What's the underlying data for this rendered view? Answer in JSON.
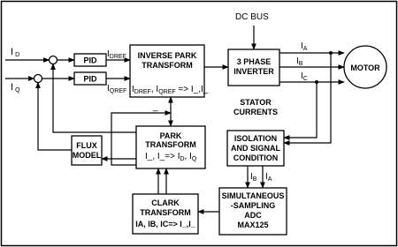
{
  "blocks": {
    "pid_d": "PID",
    "pid_q": "PID",
    "inverse_park": [
      "INVERSE PARK",
      "TRANSFORM"
    ],
    "three_phase": [
      "3 PHASE",
      "INVERTER"
    ],
    "motor": "MOTOR",
    "park": [
      "PARK",
      "TRANSFORM"
    ],
    "flux": [
      "FLUX",
      "MODEL"
    ],
    "isolation": [
      "ISOLATION",
      "AND SIGNAL",
      "CONDITION"
    ],
    "adc": [
      "SIMULTANEOUS",
      "-SAMPLING",
      "ADC",
      "MAX125"
    ],
    "clark": [
      "CLARK",
      "TRANSFORM",
      "IA, IB, IC=> I_,I_"
    ]
  },
  "signals": {
    "dc_bus": "DC BUS",
    "id_in": "I",
    "id_in_sub": "D",
    "iq_in": "I",
    "iq_in_sub": "Q",
    "idref": "I",
    "idref_sub": "DREF",
    "iqref": "I",
    "iqref_sub": "QREF",
    "inv_park_formula": [
      "I",
      "DREF",
      ", I",
      "QREF",
      " => I_,I_"
    ],
    "park_formula": [
      "I_, I_=> I",
      "D",
      ", I",
      "Q"
    ],
    "ia": "I",
    "ia_sub": "A",
    "ib": "I",
    "ib_sub": "B",
    "ic": "I",
    "ic_sub": "C",
    "stator": [
      "STATOR",
      "CURRENTS"
    ],
    "adc_ib": "I",
    "adc_ib_sub": "B",
    "adc_ia": "I",
    "adc_ia_sub": "A",
    "feedback_dash": "_"
  }
}
